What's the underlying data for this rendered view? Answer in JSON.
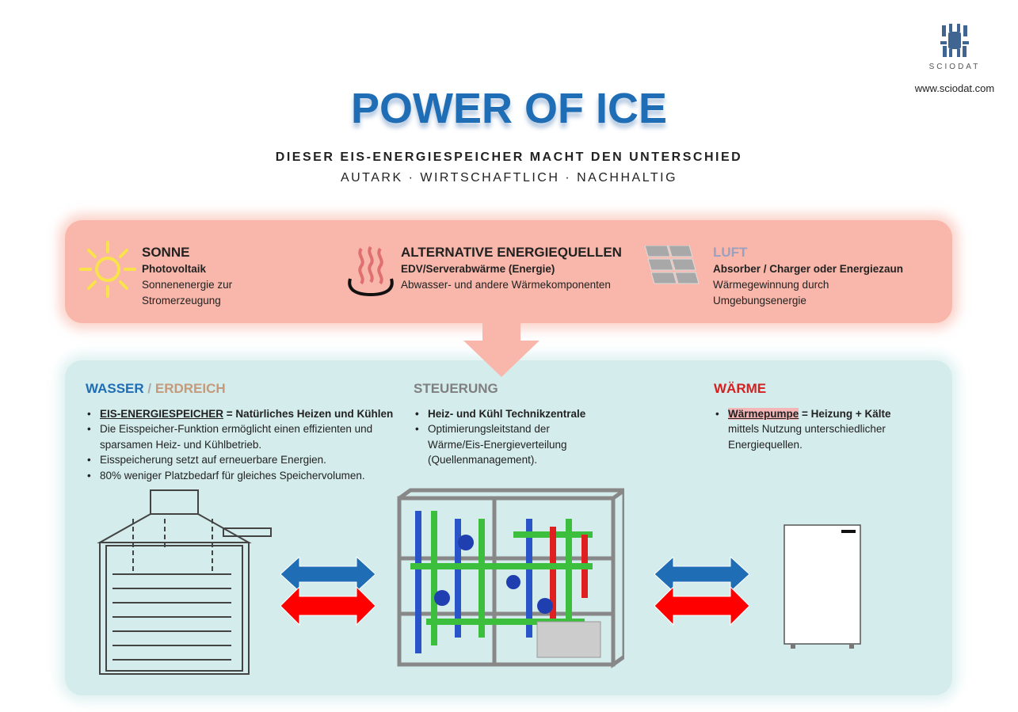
{
  "logo": {
    "brand": "SCIODAT",
    "url": "www.sciodat.com"
  },
  "header": {
    "title": "POWER OF ICE",
    "subtitle": "DIESER EIS-ENERGIESPEICHER MACHT DEN UNTERSCHIED",
    "tagline": "AUTARK · WIRTSCHAFTLICH · NACHHALTIG"
  },
  "sources": [
    {
      "title": "SONNE",
      "bold": "Photovoltaik",
      "text": [
        "Sonnenenergie zur",
        "Stromerzeugung"
      ],
      "icon": "sun-icon"
    },
    {
      "title": "ALTERNATIVE ENERGIEQUELLEN",
      "bold": "EDV/Serverabwärme (Energie)",
      "text": [
        "Abwasser- und andere Wärmekomponenten"
      ],
      "icon": "heat-icon"
    },
    {
      "title": "LUFT",
      "bold": "Absorber / Charger oder Energiezaun",
      "text": [
        "Wärmegewinnung durch",
        "Umgebungsenergie"
      ],
      "icon": "solar-panel-icon"
    }
  ],
  "columns": {
    "wasser": {
      "title_a": "WASSER",
      "sep": " / ",
      "title_b": "ERDREICH",
      "items": [
        {
          "u": "EIS-ENERGIESPEICHER",
          "b": " = Natürliches Heizen und Kühlen"
        },
        "Die Eisspeicher-Funktion ermöglicht einen effizienten und sparsamen Heiz- und Kühlbetrieb.",
        "Eisspeicherung setzt auf erneuerbare Energien.",
        "80% weniger Platzbedarf für gleiches Speichervolumen."
      ]
    },
    "steuerung": {
      "title": "STEUERUNG",
      "items": [
        "Heiz- und Kühl Technikzentrale",
        "Optimierungsleitstand der Wärme/Eis-Energieverteilung (Quellenmanagement)."
      ]
    },
    "waerme": {
      "title": "WÄRME",
      "u": "Wärmepumpe",
      "b": " = Heizung + Kälte",
      "text": "mittels Nutzung unterschiedlicher Energiequellen."
    }
  },
  "colors": {
    "blue": "#1f6db4",
    "brown": "#c49a7a",
    "gray": "#7f7f7f",
    "red": "#d42020",
    "pink": "#f8b7aa",
    "teal": "#d4ecec"
  }
}
